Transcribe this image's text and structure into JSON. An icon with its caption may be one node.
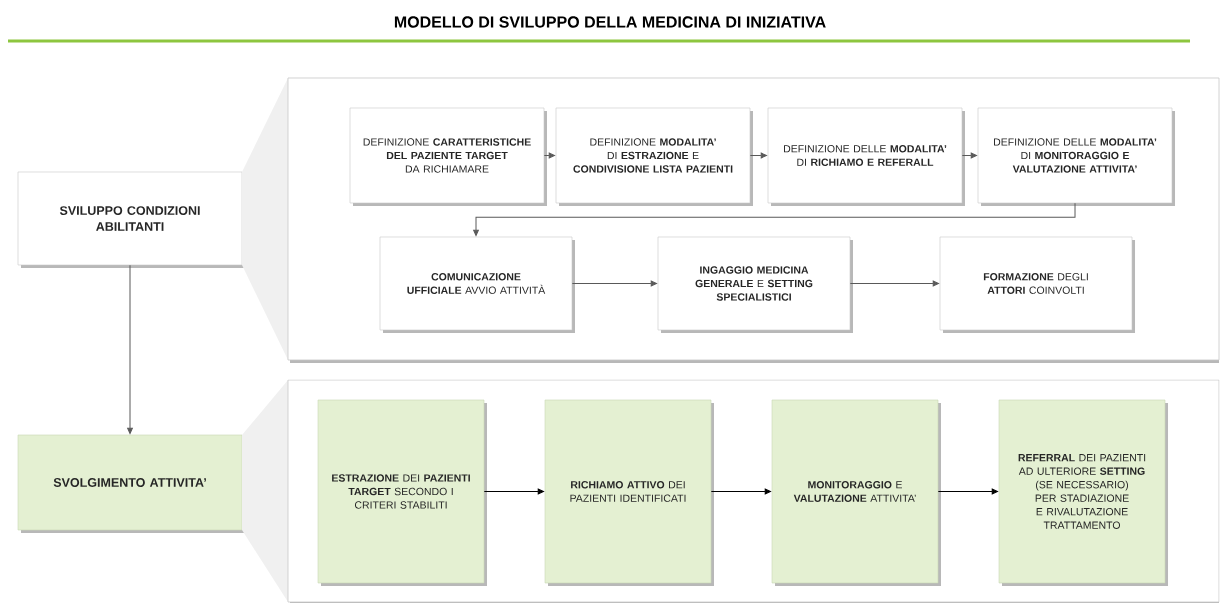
{
  "diagram": {
    "title": "MODELLO DI SVILUPPO DELLA MEDICINA DI INIZIATIVA",
    "nodes": [
      {
        "text": [
          "SVILUPPO CONDIZIONI ABILITANTI"
        ]
      },
      {
        "text": [],
        "shape": "box"
      },
      {
        "text": [
          "DEFINIZIONE **CARATTERISTICHE DEL PAZIENTE TARGET** DA RICHIAMARE"
        ],
        "in": 1
      },
      {
        "text": [
          "DEFINIZIONE **MODALITA’** DI **ESTRAZIONE** E **CONDIVISIONE LISTA PAZIENTI**"
        ],
        "in": 1
      },
      {
        "text": [
          "DEFINIZIONE DELLE **MODALITA’** DI **RICHIAMO E REFERALL**"
        ],
        "in": 1
      },
      {
        "text": [
          "DEFINIZIONE DELLE **MODALITA’** DI **MONITORAGGIO E VALUTAZIONE ATTIVITA’**"
        ],
        "in": 1
      },
      {
        "text": [
          "**COMUNICAZIONE UFFICIALE** AVVIO ATTIVITÀ"
        ],
        "in": 1
      },
      {
        "text": [
          "**INGAGGIO MEDICINA GENERALE** E **SETTING SPECIALISTICI**"
        ],
        "in": 1
      },
      {
        "text": [
          "**FORMAZIONE** DEGLI **ATTORI** COINVOLTI"
        ],
        "in": 1
      },
      {
        "text": [
          "SVOLGIMENTO ATTIVITA’"
        ]
      },
      {
        "text": [],
        "shape": "box"
      },
      {
        "text": [
          "**ESTRAZIONE** DEI **PAZIENTI TARGET** SECONDO I CRITERI STABILITI"
        ],
        "in": 10
      },
      {
        "text": [
          "**RICHIAMO ATTIVO** DEI PAZIENTI IDENTIFICATI"
        ],
        "in": 10
      },
      {
        "text": [
          "**MONITORAGGIO** E **VALUTAZIONE** ATTIVITA’"
        ],
        "in": 10
      },
      {
        "text": [
          "**REFERRAL** DEI PAZIENTI AD ULTERIORE **SETTING** (SE NECESSARIO) PER STADIAZIONE E RIVALUTAZIONE TRATTAMENTO"
        ],
        "in": 10
      }
    ],
    "edges": [
      {
        "from": 2,
        "to": 3,
        "arrow": "to"
      },
      {
        "from": 3,
        "to": 4,
        "arrow": "to"
      },
      {
        "from": 4,
        "to": 5,
        "arrow": "to"
      },
      {
        "from": 5,
        "to": 6,
        "arrow": "to"
      },
      {
        "from": 6,
        "to": 7,
        "arrow": "to"
      },
      {
        "from": 7,
        "to": 8,
        "arrow": "to"
      },
      {
        "from": 0,
        "to": 9,
        "arrow": "to"
      },
      {
        "from": 11,
        "to": 12,
        "arrow": "to",
        "color": "#000000"
      },
      {
        "from": 12,
        "to": 13,
        "arrow": "to",
        "color": "#000000"
      },
      {
        "from": 13,
        "to": 14,
        "arrow": "to",
        "color": "#000000"
      }
    ]
  }
}
